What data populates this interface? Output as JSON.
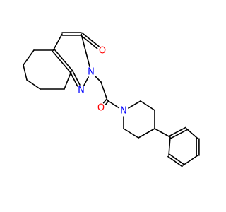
{
  "diagram": {
    "type": "chemical-structure",
    "atoms": [
      {
        "id": "c1",
        "element": "C",
        "label": ""
      },
      {
        "id": "c2",
        "element": "C",
        "label": ""
      },
      {
        "id": "c3",
        "element": "C",
        "label": ""
      },
      {
        "id": "c4",
        "element": "C",
        "label": ""
      },
      {
        "id": "c5",
        "element": "C",
        "label": ""
      },
      {
        "id": "c6",
        "element": "C",
        "label": ""
      },
      {
        "id": "c7",
        "element": "C",
        "label": ""
      },
      {
        "id": "c8",
        "element": "C",
        "label": ""
      },
      {
        "id": "c9",
        "element": "C",
        "label": ""
      },
      {
        "id": "o1",
        "element": "O",
        "label": "O"
      },
      {
        "id": "n2",
        "element": "N",
        "label": "N"
      },
      {
        "id": "n1",
        "element": "N",
        "label": "N"
      },
      {
        "id": "c10",
        "element": "C",
        "label": ""
      },
      {
        "id": "c11",
        "element": "C",
        "label": ""
      },
      {
        "id": "o2",
        "element": "O",
        "label": "O"
      },
      {
        "id": "n3",
        "element": "N",
        "label": "N"
      },
      {
        "id": "c12",
        "element": "C",
        "label": ""
      },
      {
        "id": "c13",
        "element": "C",
        "label": ""
      },
      {
        "id": "c14",
        "element": "C",
        "label": ""
      },
      {
        "id": "c15",
        "element": "C",
        "label": ""
      },
      {
        "id": "c16",
        "element": "C",
        "label": ""
      },
      {
        "id": "c17",
        "element": "C",
        "label": ""
      },
      {
        "id": "c18",
        "element": "C",
        "label": ""
      },
      {
        "id": "c19",
        "element": "C",
        "label": ""
      },
      {
        "id": "c20",
        "element": "C",
        "label": ""
      },
      {
        "id": "c21",
        "element": "C",
        "label": ""
      },
      {
        "id": "c22",
        "element": "C",
        "label": ""
      }
    ],
    "bonds": [
      {
        "from": "c1",
        "to": "c2",
        "order": 1
      },
      {
        "from": "c2",
        "to": "c3",
        "order": 1
      },
      {
        "from": "c3",
        "to": "c4",
        "order": 1
      },
      {
        "from": "c4",
        "to": "c5",
        "order": 1
      },
      {
        "from": "c5",
        "to": "c6",
        "order": 1
      },
      {
        "from": "c6",
        "to": "c7",
        "order": 1
      },
      {
        "from": "c7",
        "to": "c1",
        "order": 2
      },
      {
        "from": "c1",
        "to": "c8",
        "order": 1
      },
      {
        "from": "c8",
        "to": "c9",
        "order": 2
      },
      {
        "from": "c9",
        "to": "o1",
        "order": 2
      },
      {
        "from": "c9",
        "to": "n2",
        "order": 1
      },
      {
        "from": "n2",
        "to": "n1",
        "order": 1
      },
      {
        "from": "n1",
        "to": "c7",
        "order": 2
      },
      {
        "from": "n2",
        "to": "c10",
        "order": 1
      },
      {
        "from": "c10",
        "to": "c11",
        "order": 1
      },
      {
        "from": "c11",
        "to": "o2",
        "order": 2
      },
      {
        "from": "c11",
        "to": "n3",
        "order": 1
      },
      {
        "from": "n3",
        "to": "c12",
        "order": 1
      },
      {
        "from": "c12",
        "to": "c13",
        "order": 1
      },
      {
        "from": "c13",
        "to": "c14",
        "order": 1
      },
      {
        "from": "c14",
        "to": "c15",
        "order": 1
      },
      {
        "from": "c15",
        "to": "c16",
        "order": 1
      },
      {
        "from": "c16",
        "to": "n3",
        "order": 1
      },
      {
        "from": "c14",
        "to": "c17",
        "order": 1
      },
      {
        "from": "c17",
        "to": "c18",
        "order": 2
      },
      {
        "from": "c18",
        "to": "c19",
        "order": 1
      },
      {
        "from": "c19",
        "to": "c20",
        "order": 2
      },
      {
        "from": "c20",
        "to": "c21",
        "order": 1
      },
      {
        "from": "c21",
        "to": "c22",
        "order": 2
      },
      {
        "from": "c22",
        "to": "c17",
        "order": 1
      }
    ],
    "colors": {
      "bond": "#000000",
      "C": "#000000",
      "N": "#0000ff",
      "O": "#ff0000",
      "background": "#ffffff"
    }
  }
}
